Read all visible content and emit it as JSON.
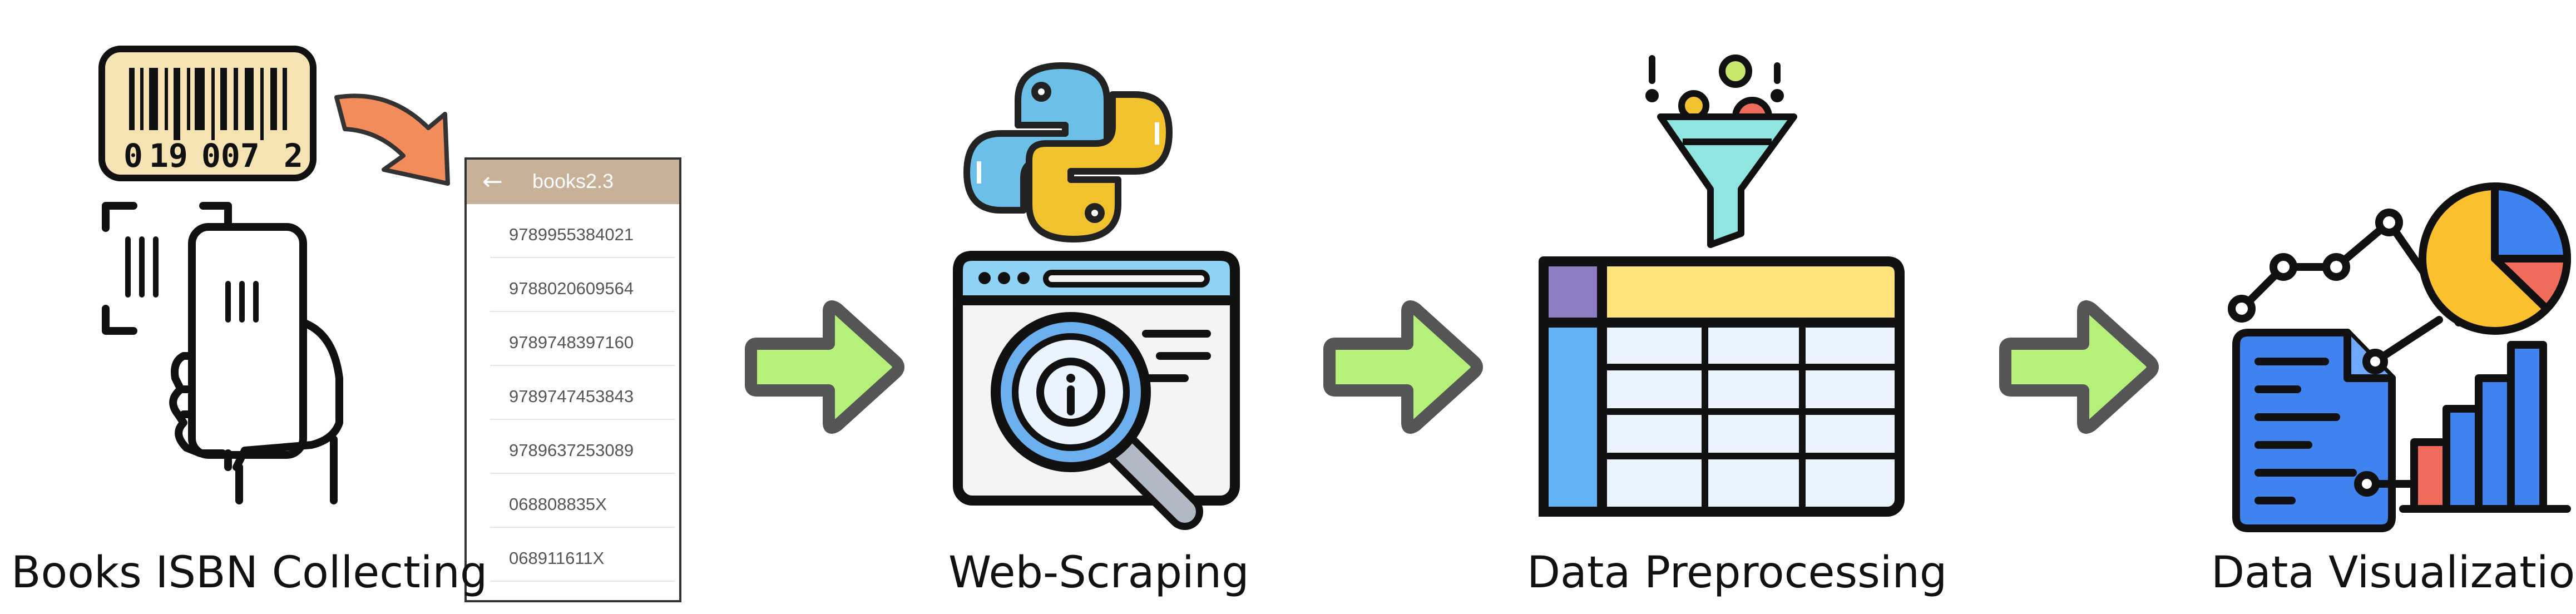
{
  "barcode": {
    "digits": [
      "0",
      "19",
      "007",
      "2"
    ]
  },
  "phone_panel": {
    "title": "books2.3",
    "back_glyph": "←",
    "isbns": [
      "9789955384021",
      "9788020609564",
      "9789748397160",
      "9789747453843",
      "9789637253089",
      "068808835X",
      "068911611X"
    ]
  },
  "stages": [
    {
      "label": "Books ISBN Collecting"
    },
    {
      "label": "Web-Scraping"
    },
    {
      "label": "Data Preprocessing"
    },
    {
      "label": "Data Visualization"
    }
  ],
  "colors": {
    "arrow_green": "#b5f07a",
    "python_blue": "#6cc0e8",
    "python_yellow": "#f2c12e",
    "barcode_tan": "#f6e3b4",
    "curved_arrow": "#f28c5a",
    "funnel": "#8fe6e0",
    "table_header": "#ffe37a",
    "table_side": "#62b2f5",
    "table_corner": "#8e7cc3",
    "chart_blue": "#3f83f0",
    "pie_yellow": "#fbc02d",
    "pie_red": "#ef6b5b",
    "outline": "#111111"
  },
  "icons": [
    "barcode-icon",
    "phone-scan-icon",
    "curved-arrow-icon",
    "python-logo-icon",
    "browser-magnifier-icon",
    "funnel-icon",
    "spreadsheet-icon",
    "analytics-icon",
    "flow-arrow-icon"
  ]
}
